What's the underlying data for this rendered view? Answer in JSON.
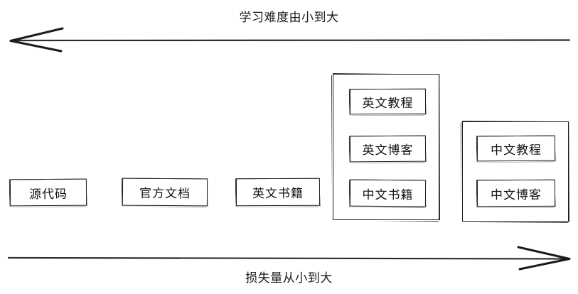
{
  "diagram": {
    "top_axis": {
      "label": "学习难度由小到大",
      "direction": "left",
      "arrow_name": "difficulty-axis-arrow"
    },
    "bottom_axis": {
      "label": "损失量从小到大",
      "direction": "right",
      "arrow_name": "loss-axis-arrow"
    },
    "nodes": [
      {
        "id": "source-code",
        "label": "源代码"
      },
      {
        "id": "official-docs",
        "label": "官方文档"
      },
      {
        "id": "english-books",
        "label": "英文书籍"
      }
    ],
    "groups": [
      {
        "id": "english-group",
        "items": [
          {
            "id": "english-tutorial",
            "label": "英文教程"
          },
          {
            "id": "english-blog",
            "label": "英文博客"
          },
          {
            "id": "chinese-books",
            "label": "中文书籍"
          }
        ]
      },
      {
        "id": "chinese-group",
        "items": [
          {
            "id": "chinese-tutorial",
            "label": "中文教程"
          },
          {
            "id": "chinese-blog",
            "label": "中文博客"
          }
        ]
      }
    ],
    "colors": {
      "background": "#ffffff",
      "stroke": "#1b1b1b",
      "text": "#111111"
    }
  }
}
